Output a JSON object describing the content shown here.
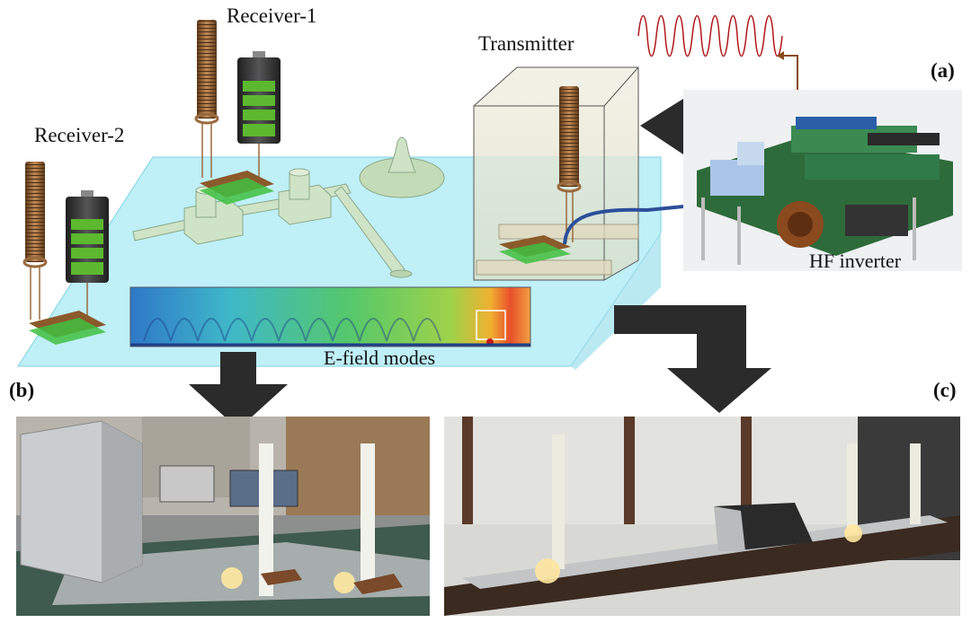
{
  "labels": {
    "receiver1": "Receiver-1",
    "receiver2": "Receiver-2",
    "transmitter": "Transmitter",
    "inverter": "HF inverter",
    "efield": "E-field modes"
  },
  "panels": {
    "a": "(a)",
    "b": "(b)",
    "c": "(c)"
  },
  "colors": {
    "slab": "#b7ecf5",
    "slab_edge": "#7fd3e3",
    "pipe": "#cfe3c6",
    "coil": "#9a6a3e",
    "battery_green": "#5cb82e",
    "pad_brown": "#8b5a2b",
    "pad_green": "#3fbf3f",
    "arrow": "#2b2b2b",
    "wave": "#b01818"
  }
}
